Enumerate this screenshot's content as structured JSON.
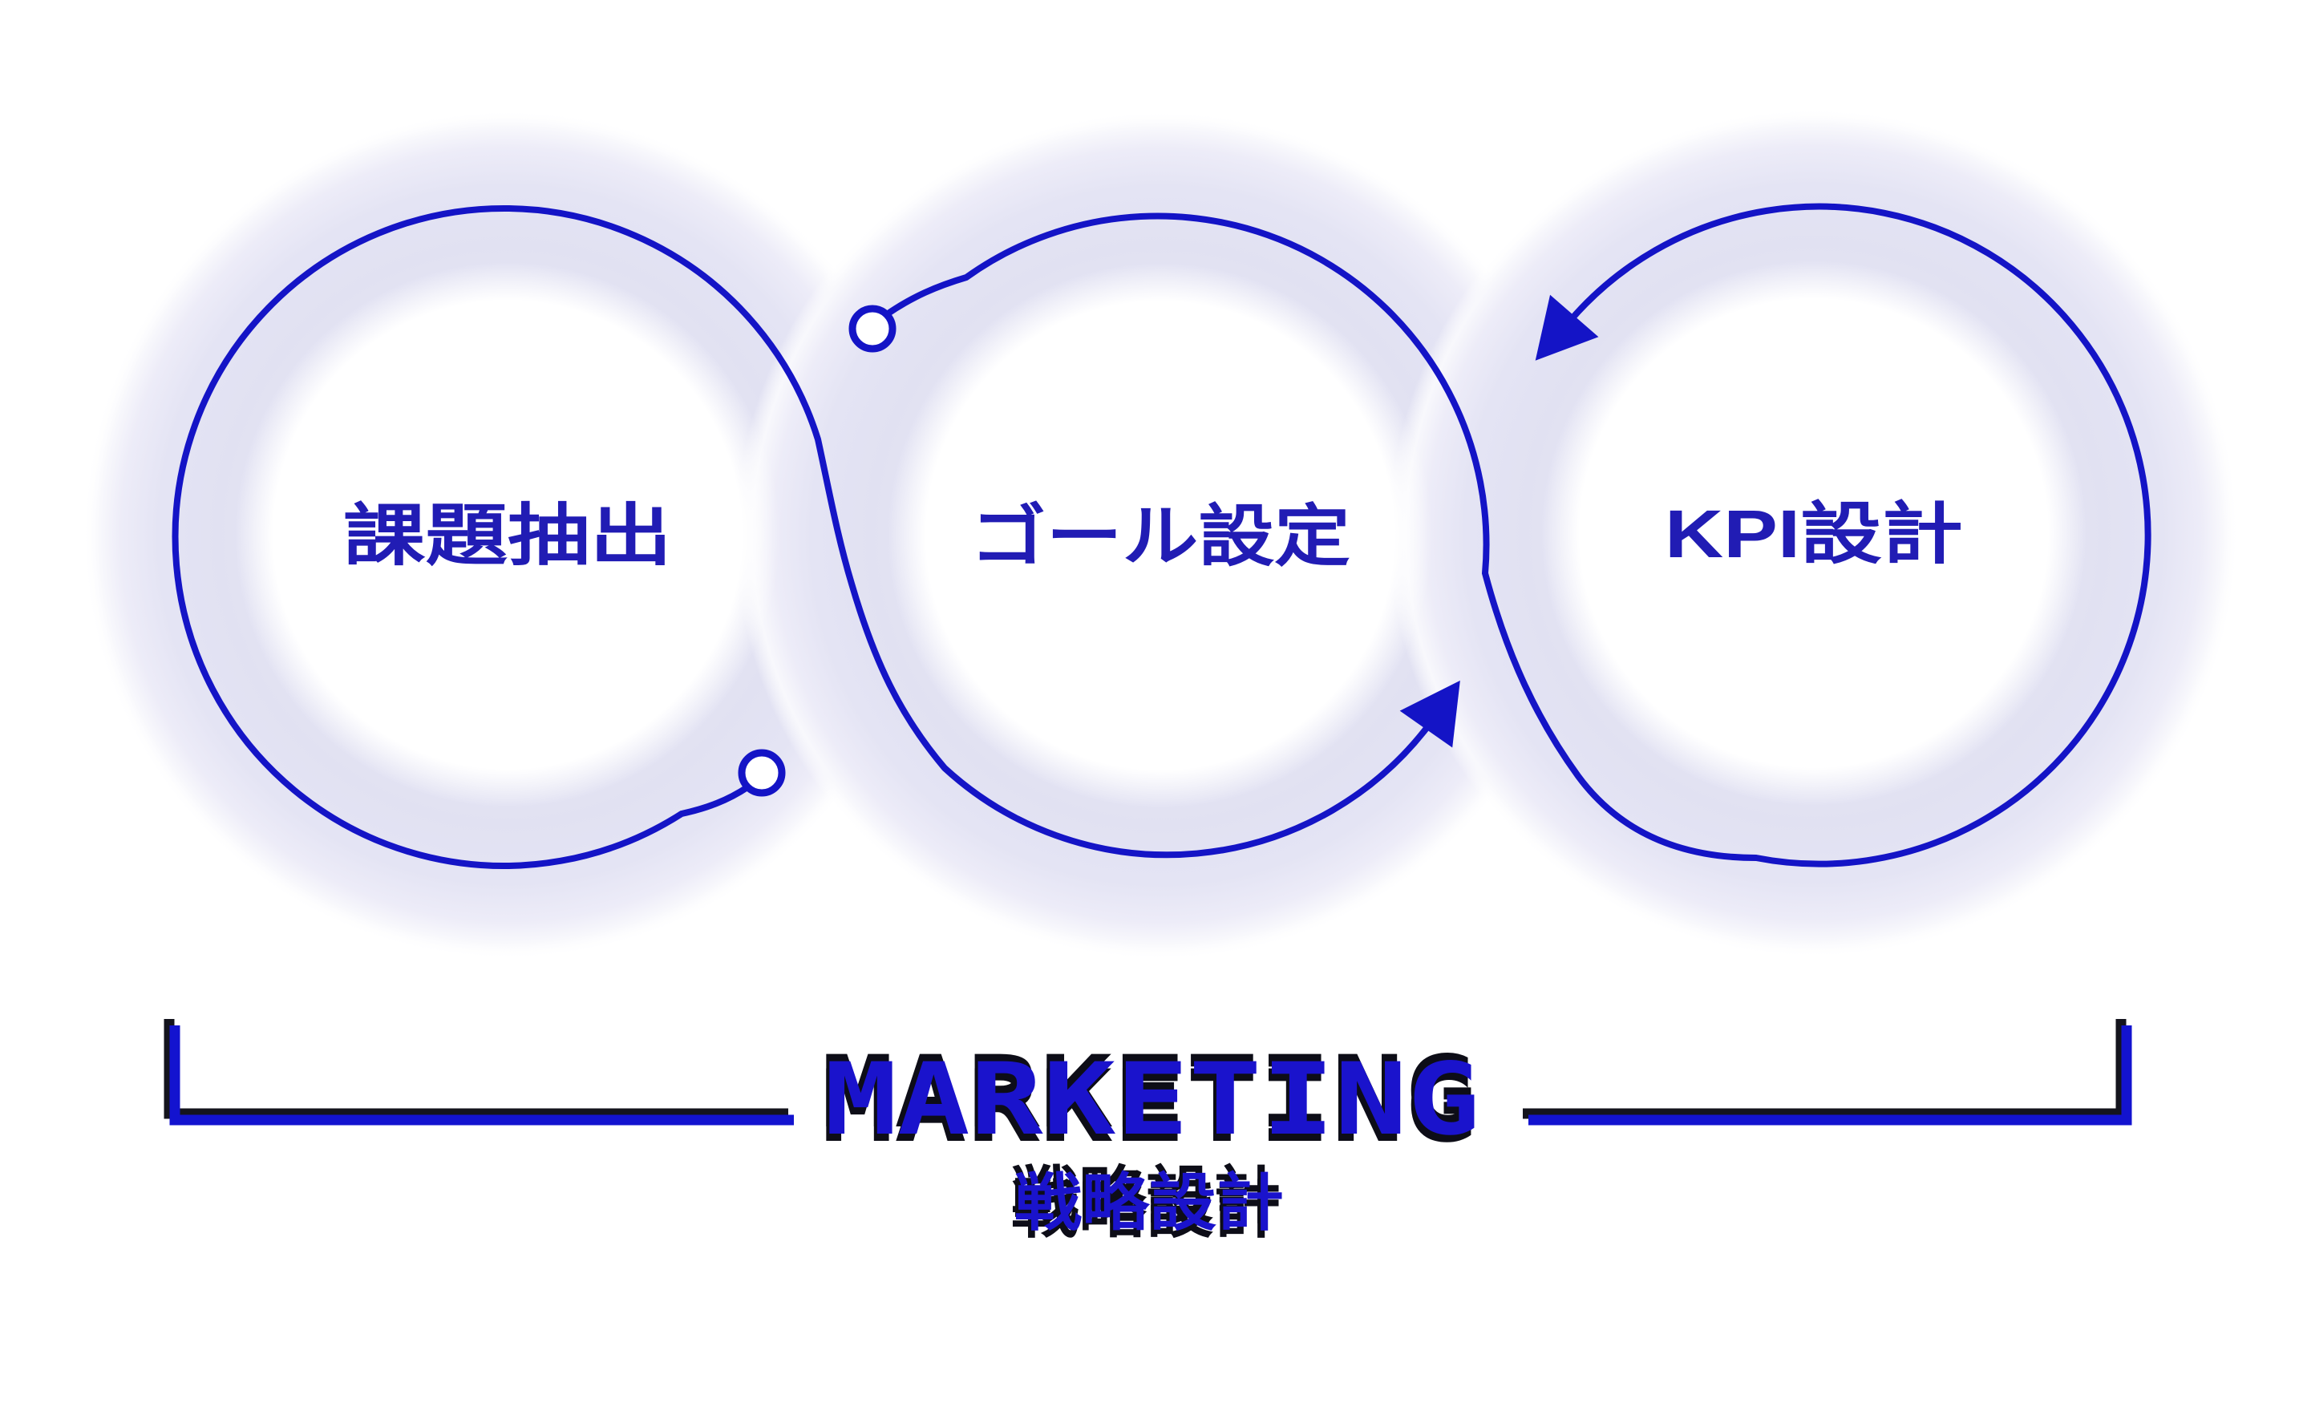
{
  "diagram": {
    "type": "marketing-strategy-cycle-infographic",
    "steps": [
      {
        "label": "課題抽出"
      },
      {
        "label": "ゴール設定"
      },
      {
        "label": "KPI設計"
      }
    ],
    "caption": {
      "title_en": "MARKETING",
      "title_ja": "戦略設計"
    },
    "markers": {
      "start_rings": [
        "flow-start-ring-icon",
        "flow-start-ring-icon"
      ],
      "arrowheads": [
        "flow-arrowhead-up-right-icon",
        "flow-arrowhead-down-left-icon"
      ]
    },
    "colors": {
      "line_blue": "#1414c6",
      "step_text_blue": "#211cb4",
      "caption_blue": "#1a13cc",
      "caption_shadow_dark": "#0d0d17",
      "halo_lavender": "#e2e2f3",
      "circle_fill": "#ffffff",
      "background": "#ffffff"
    }
  }
}
